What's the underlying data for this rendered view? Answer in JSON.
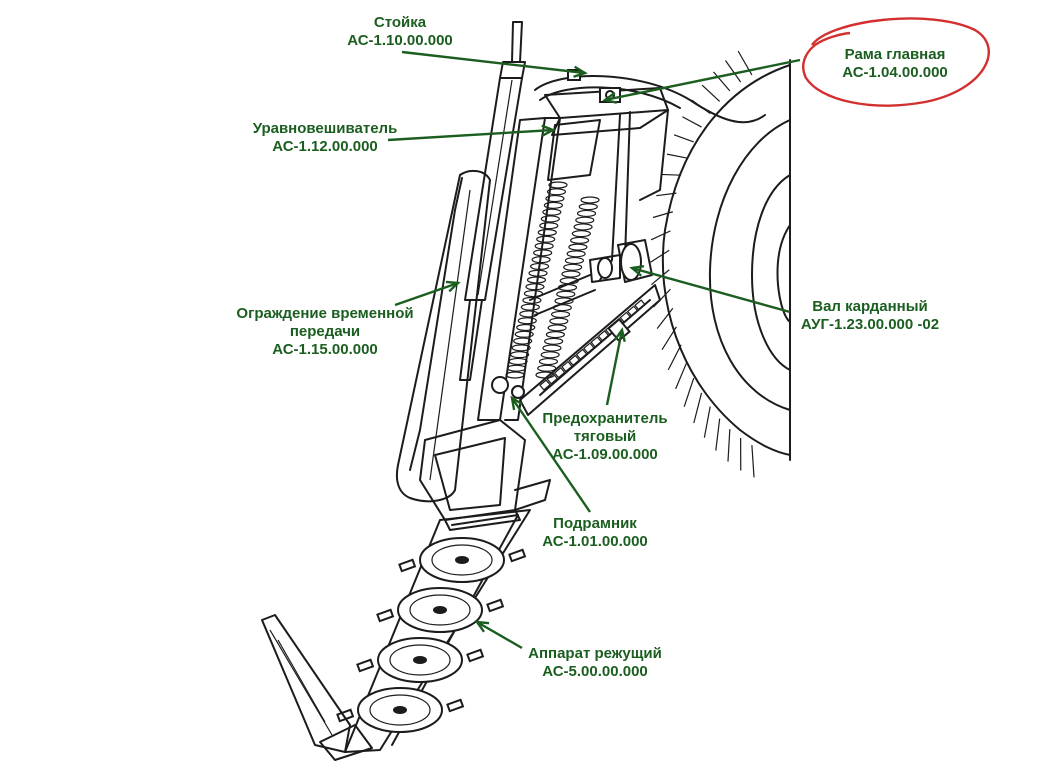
{
  "colors": {
    "label_text": "#1b5e20",
    "leader_line": "#1b5e20",
    "highlight_ellipse": "#d32f2f",
    "ink": "#1c1c1c"
  },
  "labels": {
    "stoyka": {
      "name": "Стойка",
      "code": "АС-1.10.00.000"
    },
    "rama": {
      "name": "Рама главная",
      "code": "АС-1.04.00.000"
    },
    "uravnoveshivatel": {
      "name": "Уравновешиватель",
      "code": "АС-1.12.00.000"
    },
    "ograzhdenie": {
      "name_line1": "Ограждение временной",
      "name_line2": "передачи",
      "code": "АС-1.15.00.000"
    },
    "val": {
      "name": "Вал карданный",
      "code": "АУГ-1.23.00.000 -02"
    },
    "predohranitel": {
      "name_line1": "Предохранитель",
      "name_line2": "тяговый",
      "code": "АС-1.09.00.000"
    },
    "podramnik": {
      "name": "Подрамник",
      "code": "АС-1.01.00.000"
    },
    "apparat": {
      "name": "Аппарат режущий",
      "code": "АС-5.00.00.000"
    }
  }
}
